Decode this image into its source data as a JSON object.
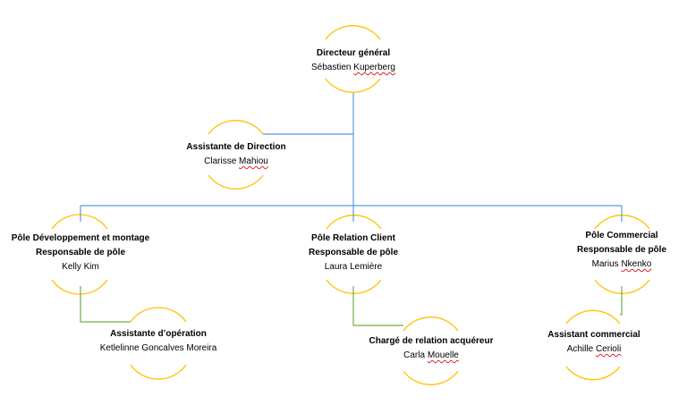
{
  "nodes": {
    "dg": {
      "title": "Directeur général",
      "name_first": "Sébastien ",
      "name_flag": "Kuperberg"
    },
    "ad": {
      "title": "Assistante de Direction",
      "name_first": "Clarisse ",
      "name_flag": "Mahiou"
    },
    "dev": {
      "title": "Pôle Développement et montage",
      "role": "Responsable de pôle",
      "name": "Kelly Kim"
    },
    "rc": {
      "title": "Pôle Relation Client",
      "role": "Responsable de pôle",
      "name": "Laura Lemière"
    },
    "com": {
      "title": "Pôle Commercial",
      "role": "Responsable de pôle",
      "name_first": "Marius ",
      "name_flag": "Nkenko"
    },
    "op": {
      "title": "Assistante d’opération",
      "name": "Ketlelinne Goncalves Moreira"
    },
    "acq": {
      "title": "Chargé de relation acquéreur",
      "name_first": "Carla ",
      "name_flag": "Mouelle"
    },
    "ac": {
      "title": "Assistant commercial",
      "name_first": "Achille ",
      "name_flag": "Cerioli"
    }
  },
  "colors": {
    "blue_connector": "#5b9bd5",
    "green_connector": "#70ad47",
    "arc": "#ffc000",
    "spell_underline": "#d22222"
  }
}
